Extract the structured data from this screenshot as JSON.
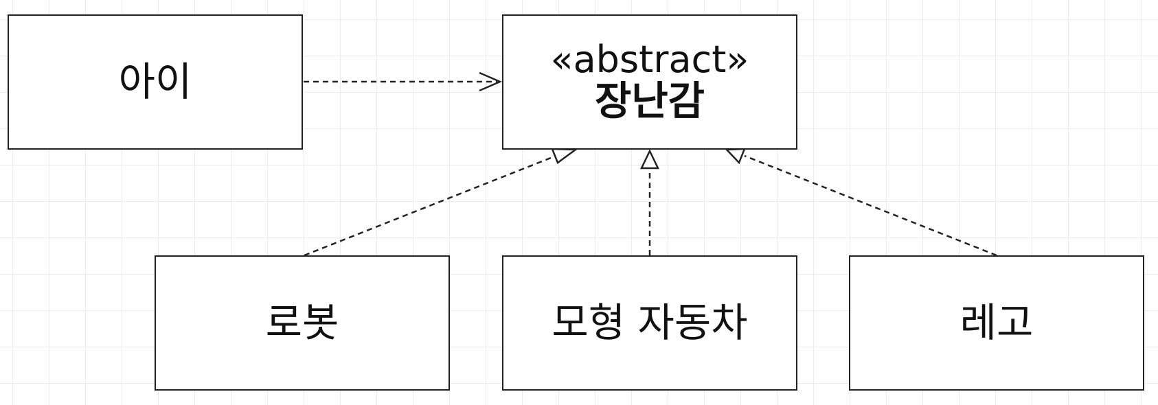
{
  "diagram": {
    "nodes": {
      "child": {
        "label": "아이"
      },
      "toy": {
        "stereotype": "«abstract»",
        "label": "장난감"
      },
      "robot": {
        "label": "로봇"
      },
      "model_car": {
        "label": "모형 자동차"
      },
      "lego": {
        "label": "레고"
      }
    },
    "edges": [
      {
        "from": "child",
        "to": "toy",
        "kind": "dependency"
      },
      {
        "from": "robot",
        "to": "toy",
        "kind": "realization"
      },
      {
        "from": "model_car",
        "to": "toy",
        "kind": "realization"
      },
      {
        "from": "lego",
        "to": "toy",
        "kind": "realization"
      }
    ],
    "colors": {
      "line": "#222222",
      "background": "#ffffff",
      "grid": "#ececec"
    }
  }
}
